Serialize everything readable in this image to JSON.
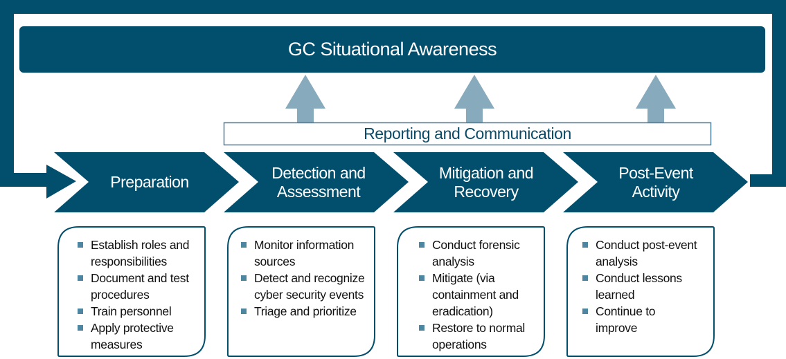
{
  "title": "GC Situational Awareness",
  "reporting": "Reporting and Communication",
  "colors": {
    "primary": "#024f6d",
    "arrow_light": "#88aabd",
    "bullet": "#4d86a0"
  },
  "phases": [
    {
      "label": "Preparation",
      "items": [
        "Establish roles and responsibilities",
        "Document and test procedures",
        "Train personnel",
        "Apply protective measures"
      ]
    },
    {
      "label": "Detection and Assessment",
      "items": [
        "Monitor information sources",
        "Detect and recognize cyber security events",
        "Triage and prioritize"
      ]
    },
    {
      "label": "Mitigation and Recovery",
      "items": [
        "Conduct forensic analysis",
        "Mitigate (via containment and eradication)",
        "Restore to normal operations"
      ]
    },
    {
      "label": "Post-Event Activity",
      "items": [
        "Conduct post-event analysis",
        "Conduct lessons learned",
        "Continue to improve"
      ]
    }
  ]
}
